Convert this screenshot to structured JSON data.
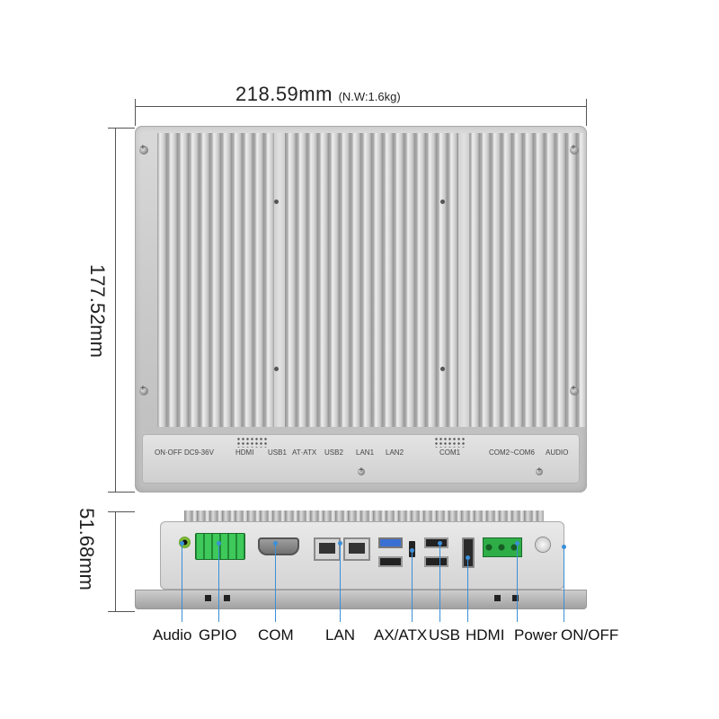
{
  "dimensions": {
    "width": "218.59mm",
    "weight": "(N.W:1.6kg)",
    "height": "177.52mm",
    "depth": "51.68mm"
  },
  "back_port_labels": [
    "ON·OFF",
    "DC9-36V",
    "HDMI",
    "USB1",
    "AT·ATX",
    "USB2",
    "LAN1",
    "LAN2",
    "COM1",
    "COM2~COM6",
    "AUDIO"
  ],
  "interface_labels": [
    "Audio",
    "GPIO",
    "COM",
    "LAN",
    "AX/ATX",
    "USB",
    "HDMI",
    "Power",
    "ON/OFF"
  ],
  "colors": {
    "callout_line": "#3a8fd8",
    "terminal_green": "#31b24a",
    "usb3_blue": "#3a6fd3"
  }
}
